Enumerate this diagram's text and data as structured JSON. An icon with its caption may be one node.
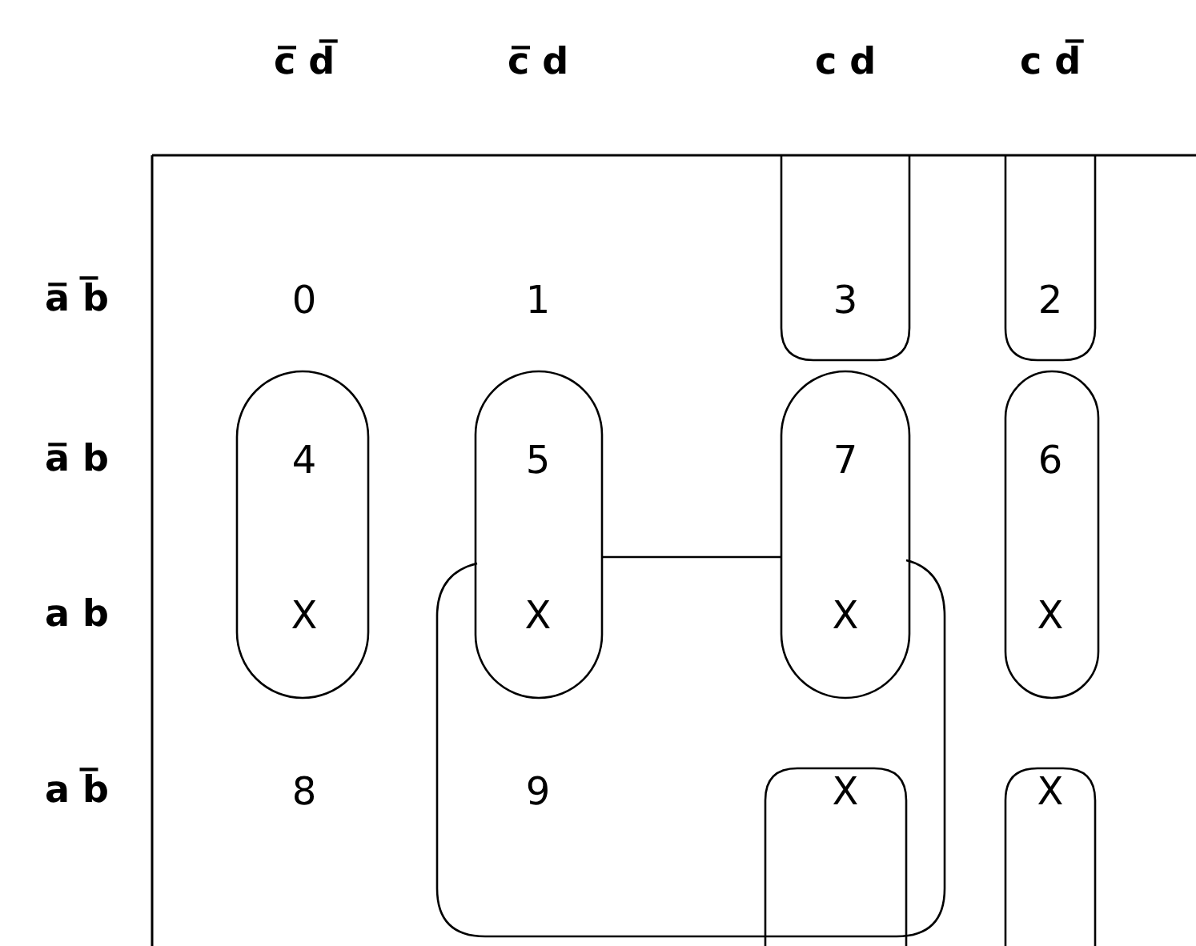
{
  "diagram": {
    "labels": [
      "c̅ d̅",
      "c̅ d",
      "c d",
      "c d̅",
      "a̅ b̅",
      "0",
      "1",
      "3",
      "2",
      "a̅ b",
      "4",
      "5",
      "7",
      "6",
      "a b",
      "X",
      "X",
      "X",
      "X",
      "a b̅",
      "8",
      "9",
      "X",
      "X"
    ]
  }
}
